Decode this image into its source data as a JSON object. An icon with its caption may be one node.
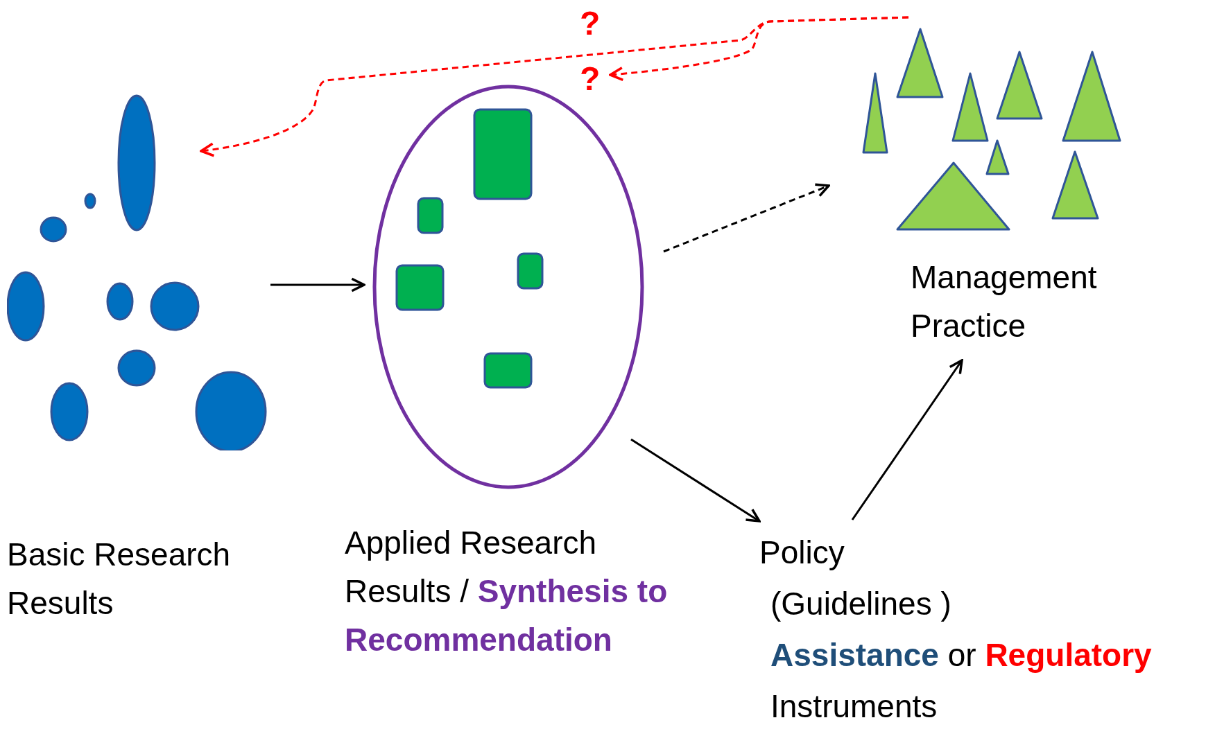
{
  "diagram": {
    "nodes": [
      {
        "text": [
          "Basic Research Results"
        ]
      },
      {
        "text": [
          "Applied Research Results / **Synthesis to Recommendation**"
        ]
      },
      {
        "text": [
          "Management Practice"
        ]
      },
      {
        "text": [
          "Policy",
          "(Guidelines )",
          "**Assistance** or **Regulatory** Instruments"
        ]
      }
    ],
    "edges": [
      {
        "from": 0,
        "to": 1,
        "arrow": "to"
      },
      {
        "from": 1,
        "to": 2,
        "arrow": "to",
        "style": "dashed"
      },
      {
        "from": 1,
        "to": 3,
        "arrow": "to"
      },
      {
        "from": 3,
        "to": 2,
        "arrow": "to"
      },
      {
        "from": 2,
        "to": 0,
        "arrow": "to",
        "style": "dashed",
        "color": "#ff0000",
        "label": "?"
      },
      {
        "from": 2,
        "to": 1,
        "arrow": "to",
        "style": "dashed",
        "color": "#ff0000",
        "label": "?"
      }
    ]
  }
}
